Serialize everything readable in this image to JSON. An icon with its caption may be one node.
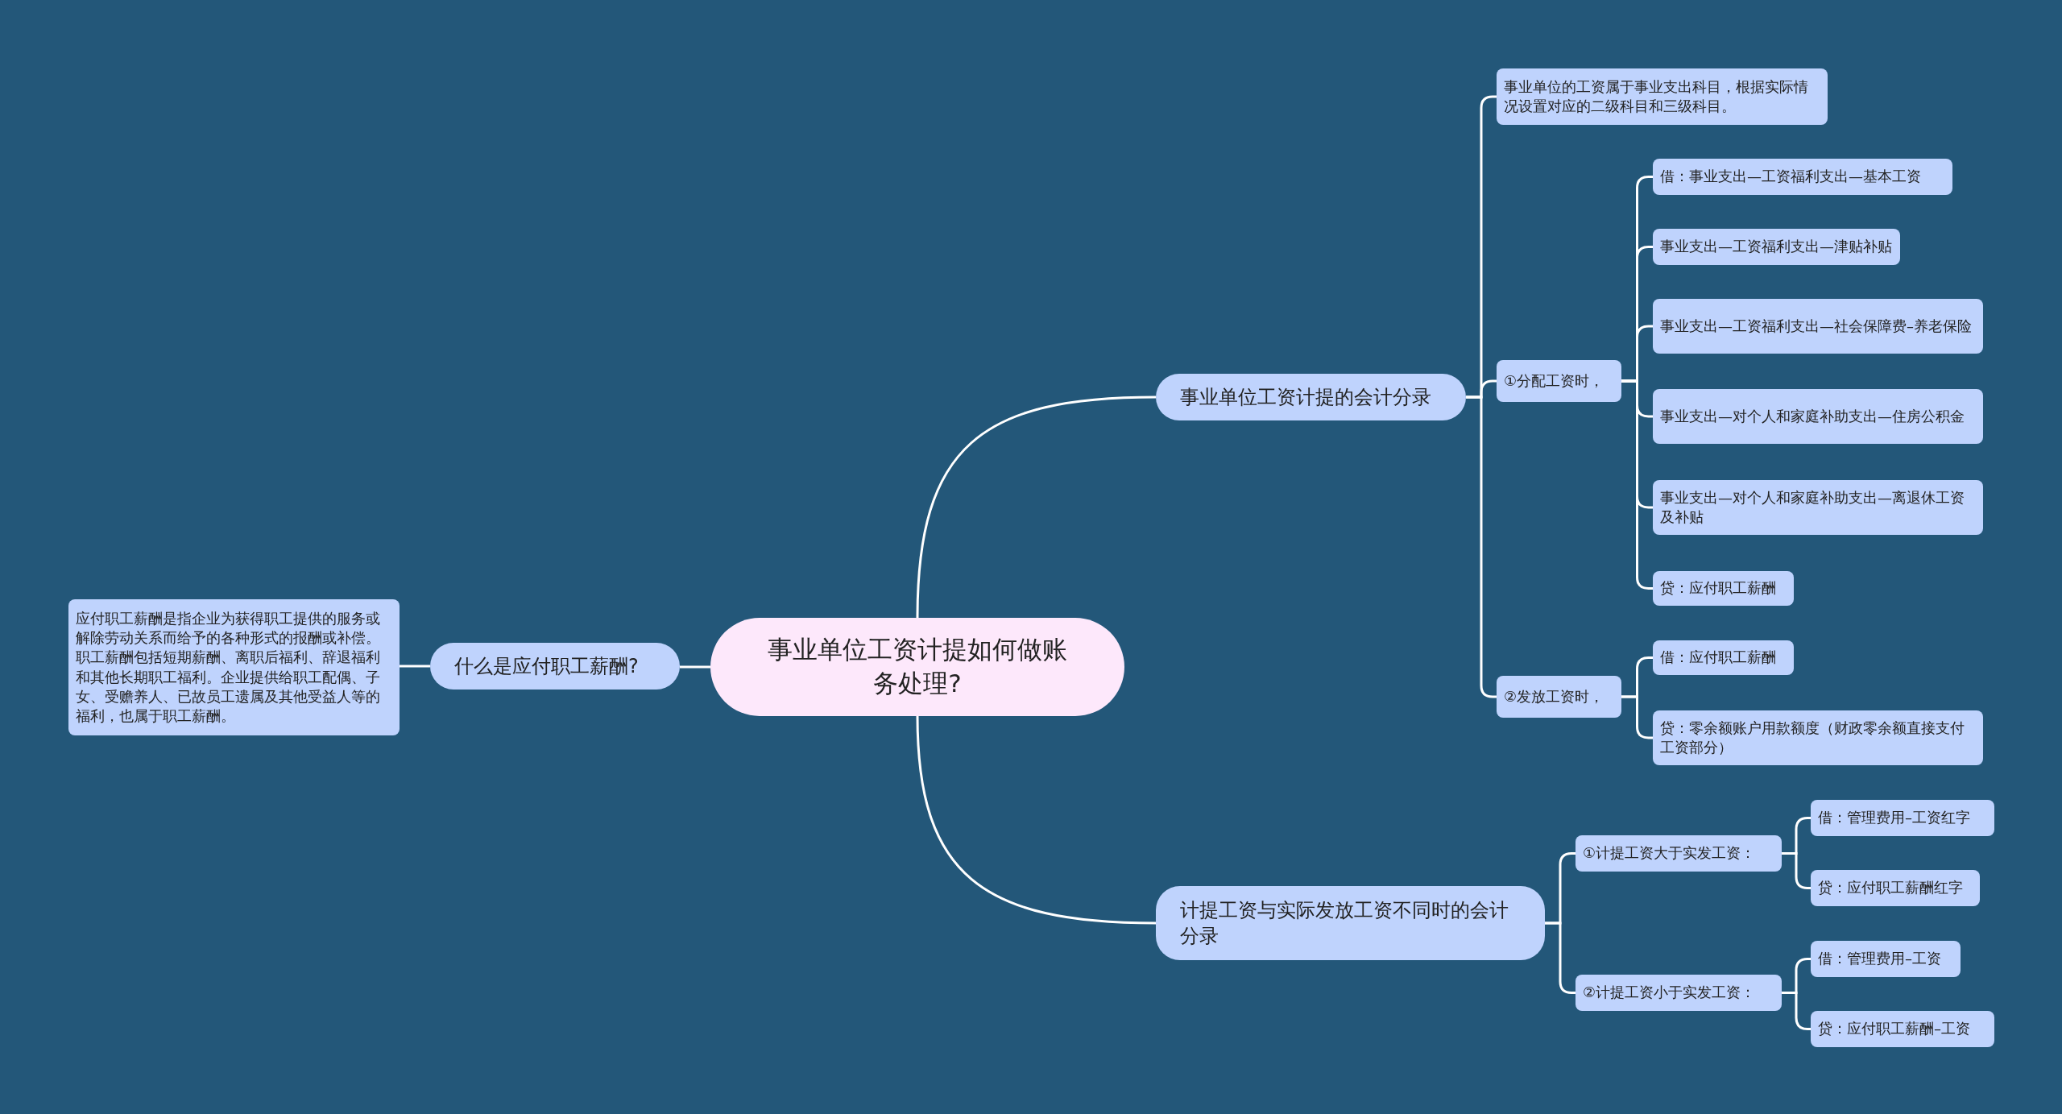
{
  "diagram": {
    "nodes": [
      {
        "text": [
          "事业单位工资计提如何做账务处理?"
        ]
      },
      {
        "text": [
          "事业单位工资计提的会计分录"
        ]
      },
      {
        "text": [
          "计提工资与实际发放工资不同时的会计分录"
        ]
      },
      {
        "text": [
          "什么是应付职工薪酬?"
        ]
      },
      {
        "text": [
          "应付职工薪酬是指企业为获得职工提供的服务或解除劳动关系而给予的各种形式的报酬或补偿。职工薪酬包括短期薪酬、离职后福利、辞退福利和其他长期职工福利。企业提供给职工配偶、子女、受赡养人、已故员工遗属及其他受益人等的福利，也属于职工薪酬。"
        ]
      },
      {
        "text": [
          "事业单位的工资属于事业支出科目，根据实际情况设置对应的二级科目和三级科目。"
        ]
      },
      {
        "text": [
          "①分配工资时，"
        ]
      },
      {
        "text": [
          "②发放工资时，"
        ]
      },
      {
        "text": [
          "借：事业支出—工资福利支出—基本工资"
        ]
      },
      {
        "text": [
          "事业支出—工资福利支出—津贴补贴"
        ]
      },
      {
        "text": [
          "事业支出—工资福利支出—社会保障费–养老保险"
        ]
      },
      {
        "text": [
          "事业支出—对个人和家庭补助支出—住房公积金"
        ]
      },
      {
        "text": [
          "事业支出—对个人和家庭补助支出—离退休工资及补贴"
        ]
      },
      {
        "text": [
          "贷：应付职工薪酬"
        ]
      },
      {
        "text": [
          "借：应付职工薪酬"
        ]
      },
      {
        "text": [
          "贷：零余额账户用款额度（财政零余额直接支付工资部分）"
        ]
      },
      {
        "text": [
          "①计提工资大于实发工资："
        ]
      },
      {
        "text": [
          "②计提工资小于实发工资："
        ]
      },
      {
        "text": [
          "借：管理费用–工资红字"
        ]
      },
      {
        "text": [
          "贷：应付职工薪酬红字"
        ]
      },
      {
        "text": [
          "借：管理费用–工资"
        ]
      },
      {
        "text": [
          "贷：应付职工薪酬–工资"
        ]
      }
    ],
    "edges": [
      {
        "from": 0,
        "to": 1,
        "arrow": "none"
      },
      {
        "from": 0,
        "to": 2,
        "arrow": "none"
      },
      {
        "from": 0,
        "to": 3,
        "arrow": "none"
      },
      {
        "from": 3,
        "to": 4,
        "arrow": "none"
      },
      {
        "from": 1,
        "to": 5,
        "arrow": "none"
      },
      {
        "from": 1,
        "to": 6,
        "arrow": "none"
      },
      {
        "from": 1,
        "to": 7,
        "arrow": "none"
      },
      {
        "from": 6,
        "to": 8,
        "arrow": "none"
      },
      {
        "from": 6,
        "to": 9,
        "arrow": "none"
      },
      {
        "from": 6,
        "to": 10,
        "arrow": "none"
      },
      {
        "from": 6,
        "to": 11,
        "arrow": "none"
      },
      {
        "from": 6,
        "to": 12,
        "arrow": "none"
      },
      {
        "from": 6,
        "to": 13,
        "arrow": "none"
      },
      {
        "from": 7,
        "to": 14,
        "arrow": "none"
      },
      {
        "from": 7,
        "to": 15,
        "arrow": "none"
      },
      {
        "from": 2,
        "to": 16,
        "arrow": "none"
      },
      {
        "from": 2,
        "to": 17,
        "arrow": "none"
      },
      {
        "from": 16,
        "to": 18,
        "arrow": "none"
      },
      {
        "from": 16,
        "to": 19,
        "arrow": "none"
      },
      {
        "from": 17,
        "to": 20,
        "arrow": "none"
      },
      {
        "from": 17,
        "to": 21,
        "arrow": "none"
      }
    ]
  }
}
